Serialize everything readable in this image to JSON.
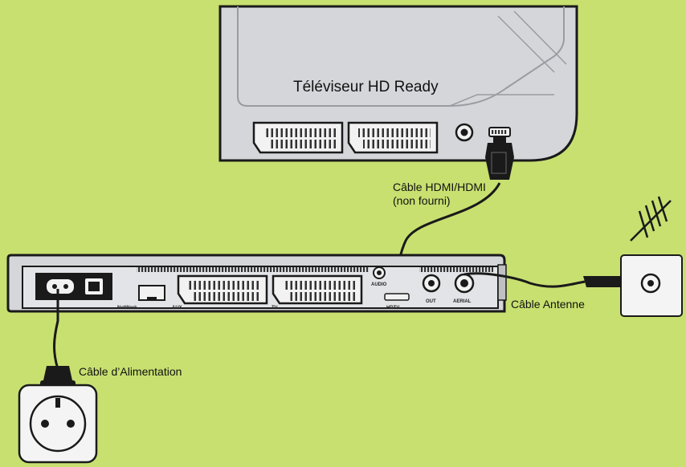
{
  "colors": {
    "background": "#c8e070",
    "device_fill": "#d5d6da",
    "outline": "#1a1a1a",
    "wall_plate": "#f4f4f4"
  },
  "tv": {
    "label": "Téléviseur HD Ready"
  },
  "decoder": {
    "ports": {
      "network": "NetWork",
      "aux": "AUX",
      "tv": "TV",
      "audio": "AUDIO",
      "hdtv": "HDTV",
      "out": "OUT",
      "aerial": "AERIAL"
    }
  },
  "cables": {
    "hdmi_line1": "Câble HDMI/HDMI",
    "hdmi_line2": "(non fourni)",
    "antenna": "Câble Antenne",
    "power": "Câble d’Alimentation"
  },
  "icons": [
    "power-socket-icon",
    "antenna-icon",
    "antenna-wall-socket-icon",
    "scart-connector-icon",
    "rca-jack-icon",
    "hdmi-port-icon",
    "power-switch-icon",
    "ethernet-port-icon"
  ]
}
